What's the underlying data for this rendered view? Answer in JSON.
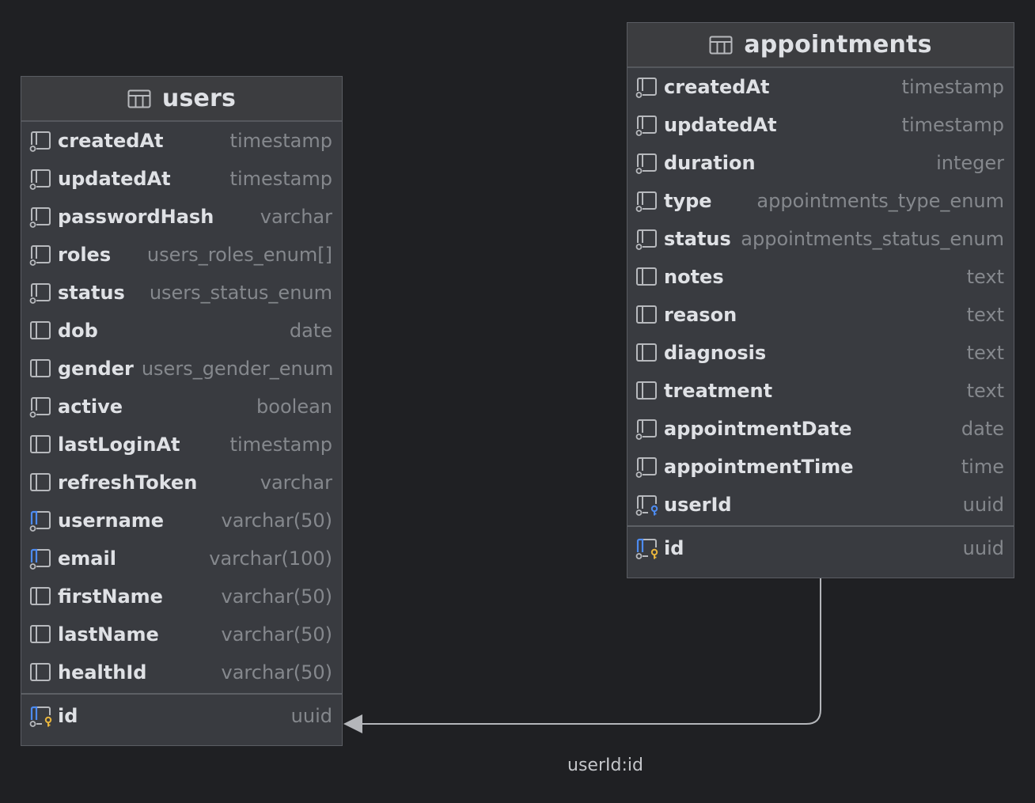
{
  "colors": {
    "background": "#1f2023",
    "table_bg": "#393b40",
    "header_bg": "#3c3d40",
    "text": "#dfe1e5",
    "type_text": "#85888d",
    "icon_gray": "#b7b9bd",
    "icon_blue": "#4d8bf0",
    "key_yellow": "#e7b43c",
    "edge": "#b4b6ba"
  },
  "tables": [
    {
      "name": "users",
      "icon": "table-icon",
      "columns": [
        {
          "name": "createdAt",
          "type": "timestamp",
          "icon": "not-null-column-icon"
        },
        {
          "name": "updatedAt",
          "type": "timestamp",
          "icon": "not-null-column-icon"
        },
        {
          "name": "passwordHash",
          "type": "varchar",
          "icon": "not-null-column-icon"
        },
        {
          "name": "roles",
          "type": "users_roles_enum[]",
          "icon": "not-null-column-icon"
        },
        {
          "name": "status",
          "type": "users_status_enum",
          "icon": "not-null-column-icon"
        },
        {
          "name": "dob",
          "type": "date",
          "icon": "column-icon"
        },
        {
          "name": "gender",
          "type": "users_gender_enum",
          "icon": "column-icon"
        },
        {
          "name": "active",
          "type": "boolean",
          "icon": "not-null-column-icon"
        },
        {
          "name": "lastLoginAt",
          "type": "timestamp",
          "icon": "column-icon"
        },
        {
          "name": "refreshToken",
          "type": "varchar",
          "icon": "column-icon"
        },
        {
          "name": "username",
          "type": "varchar(50)",
          "icon": "unique-column-icon"
        },
        {
          "name": "email",
          "type": "varchar(100)",
          "icon": "unique-column-icon"
        },
        {
          "name": "firstName",
          "type": "varchar(50)",
          "icon": "column-icon"
        },
        {
          "name": "lastName",
          "type": "varchar(50)",
          "icon": "column-icon"
        },
        {
          "name": "healthId",
          "type": "varchar(50)",
          "icon": "column-icon"
        }
      ],
      "primary_key": [
        {
          "name": "id",
          "type": "uuid",
          "icon": "primary-key-column-icon"
        }
      ]
    },
    {
      "name": "appointments",
      "icon": "table-icon",
      "columns": [
        {
          "name": "createdAt",
          "type": "timestamp",
          "icon": "not-null-column-icon"
        },
        {
          "name": "updatedAt",
          "type": "timestamp",
          "icon": "not-null-column-icon"
        },
        {
          "name": "duration",
          "type": "integer",
          "icon": "not-null-column-icon"
        },
        {
          "name": "type",
          "type": "appointments_type_enum",
          "icon": "not-null-column-icon"
        },
        {
          "name": "status",
          "type": "appointments_status_enum",
          "icon": "not-null-column-icon"
        },
        {
          "name": "notes",
          "type": "text",
          "icon": "column-icon"
        },
        {
          "name": "reason",
          "type": "text",
          "icon": "column-icon"
        },
        {
          "name": "diagnosis",
          "type": "text",
          "icon": "column-icon"
        },
        {
          "name": "treatment",
          "type": "text",
          "icon": "column-icon"
        },
        {
          "name": "appointmentDate",
          "type": "date",
          "icon": "not-null-column-icon"
        },
        {
          "name": "appointmentTime",
          "type": "time",
          "icon": "not-null-column-icon"
        },
        {
          "name": "userId",
          "type": "uuid",
          "icon": "foreign-key-column-icon"
        }
      ],
      "primary_key": [
        {
          "name": "id",
          "type": "uuid",
          "icon": "primary-key-column-icon"
        }
      ]
    }
  ],
  "relations": [
    {
      "from_table": "appointments",
      "from_column": "userId",
      "to_table": "users",
      "to_column": "id",
      "label": "userId:id"
    }
  ]
}
